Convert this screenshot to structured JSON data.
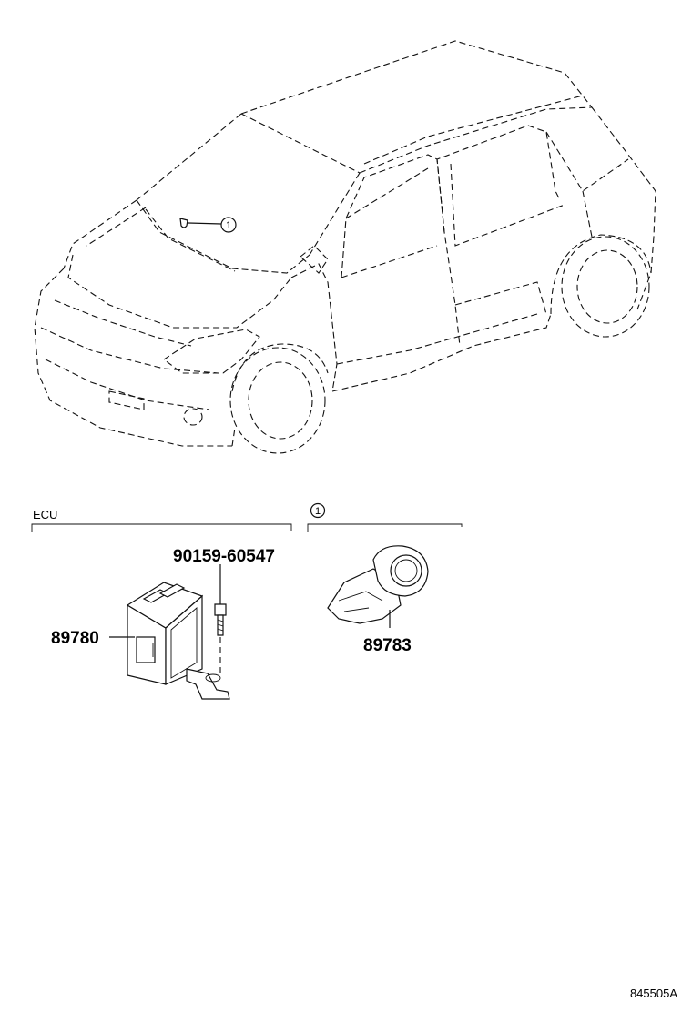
{
  "callout": {
    "number": "1"
  },
  "sections": {
    "ecu": {
      "label": "ECU"
    },
    "callout_section": {
      "number": "1"
    }
  },
  "parts": {
    "ecu_unit": "89780",
    "bolt": "90159-60547",
    "sensor": "89783"
  },
  "diagram_code": "845505A"
}
